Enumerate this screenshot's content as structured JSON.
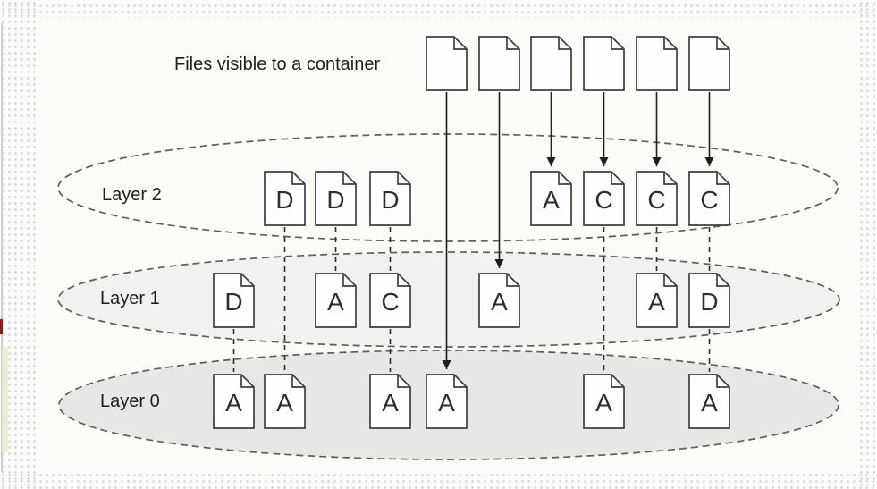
{
  "title": "Files visible to a container",
  "top_row": {
    "description": "six blank file icons representing files the container sees",
    "file_count": 6
  },
  "layers": [
    {
      "label": "Layer 2",
      "fill": "none",
      "files": [
        "D",
        "D",
        "D",
        "A",
        "C",
        "C",
        "C"
      ]
    },
    {
      "label": "Layer 1",
      "fill": "#f1f1ef",
      "files": [
        "D",
        "A",
        "C",
        "A",
        "A",
        "D"
      ]
    },
    {
      "label": "Layer 0",
      "fill": "#e7e7e5",
      "files": [
        "A",
        "A",
        "A",
        "A",
        "A",
        "A"
      ]
    }
  ],
  "connections": {
    "solid_arrows": [
      "top-file-1 -> layer0-A4",
      "top-file-2 -> layer1-A4",
      "top-file-3 -> layer2-A",
      "top-file-4 -> layer2-C1",
      "top-file-5 -> layer2-C2",
      "top-file-6 -> layer2-C3"
    ],
    "dashed_links": [
      "layer1-D1 -> layer0-A1",
      "layer2-D1 -> layer0-A2",
      "layer2-D2 -> layer1-A1",
      "layer2-D3 -> layer1-C -> layer0-A3",
      "layer2-C1 -> layer0-A5",
      "layer2-C2 -> layer1-A5",
      "layer2-C3 -> layer1-D2 -> layer0-A6"
    ]
  },
  "colors": {
    "background": "#fbfbf7",
    "dot_grid": "#c9c9e4",
    "layer1_fill": "#f1f1ef",
    "layer0_fill": "#e7e7e5",
    "line": "#2e2e2e"
  }
}
